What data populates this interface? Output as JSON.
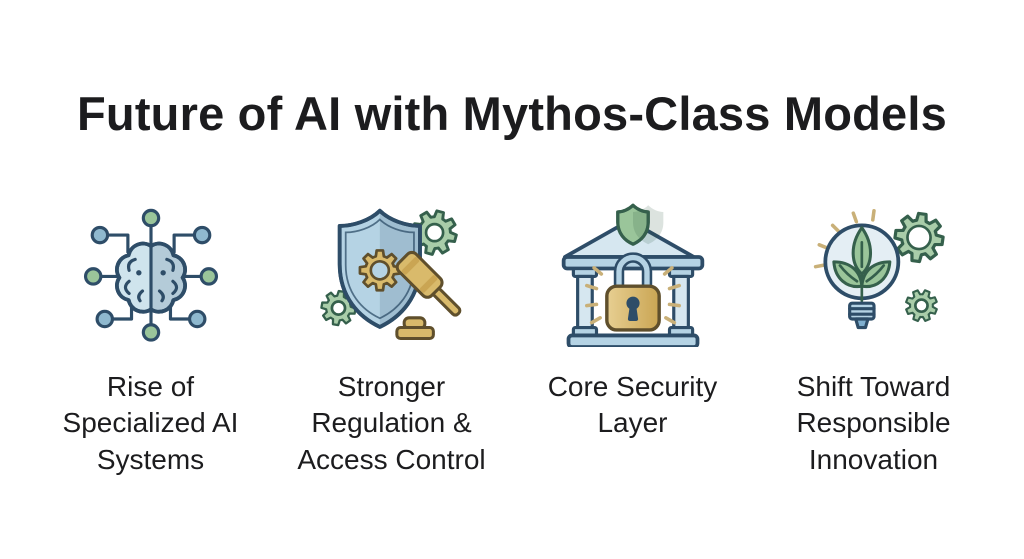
{
  "title": {
    "text": "Future of AI with Mythos-Class Models"
  },
  "cards": [
    {
      "id": "specialized-ai",
      "icon": "brain-circuit-icon",
      "label_lines": [
        "Rise of",
        "Specialized AI",
        "Systems"
      ]
    },
    {
      "id": "regulation",
      "icon": "shield-gear-gavel-icon",
      "label_lines": [
        "Stronger",
        "Regulation &",
        "Access Control"
      ]
    },
    {
      "id": "core-security",
      "icon": "bank-padlock-icon",
      "label_lines": [
        "Core Security",
        "Layer"
      ]
    },
    {
      "id": "responsible-innovation",
      "icon": "lightbulb-leaf-gears-icon",
      "label_lines": [
        "Shift Toward",
        "Responsible",
        "Innovation"
      ]
    }
  ],
  "palette": {
    "page_bg": "#ffffff",
    "text": "#1c1c1e",
    "outline_navy": "#2e4d68",
    "brain_fill": "#cfe4ed",
    "glass": "#e4eef4",
    "blue_light": "#d6e7f0",
    "blue_mid": "#b5d3e4",
    "blue_deep": "#7fafcf",
    "node_blue": "#8fb9cf",
    "green_fill": "#9ac59a",
    "green_dark": "#35604c",
    "gear_green": "#a9cda9",
    "gold_fill": "#d9ba6b",
    "gold_light": "#e7cf92",
    "gold_deep": "#caa553",
    "gold_dark": "#5f4f2c",
    "ray_tan": "#c9b078"
  }
}
